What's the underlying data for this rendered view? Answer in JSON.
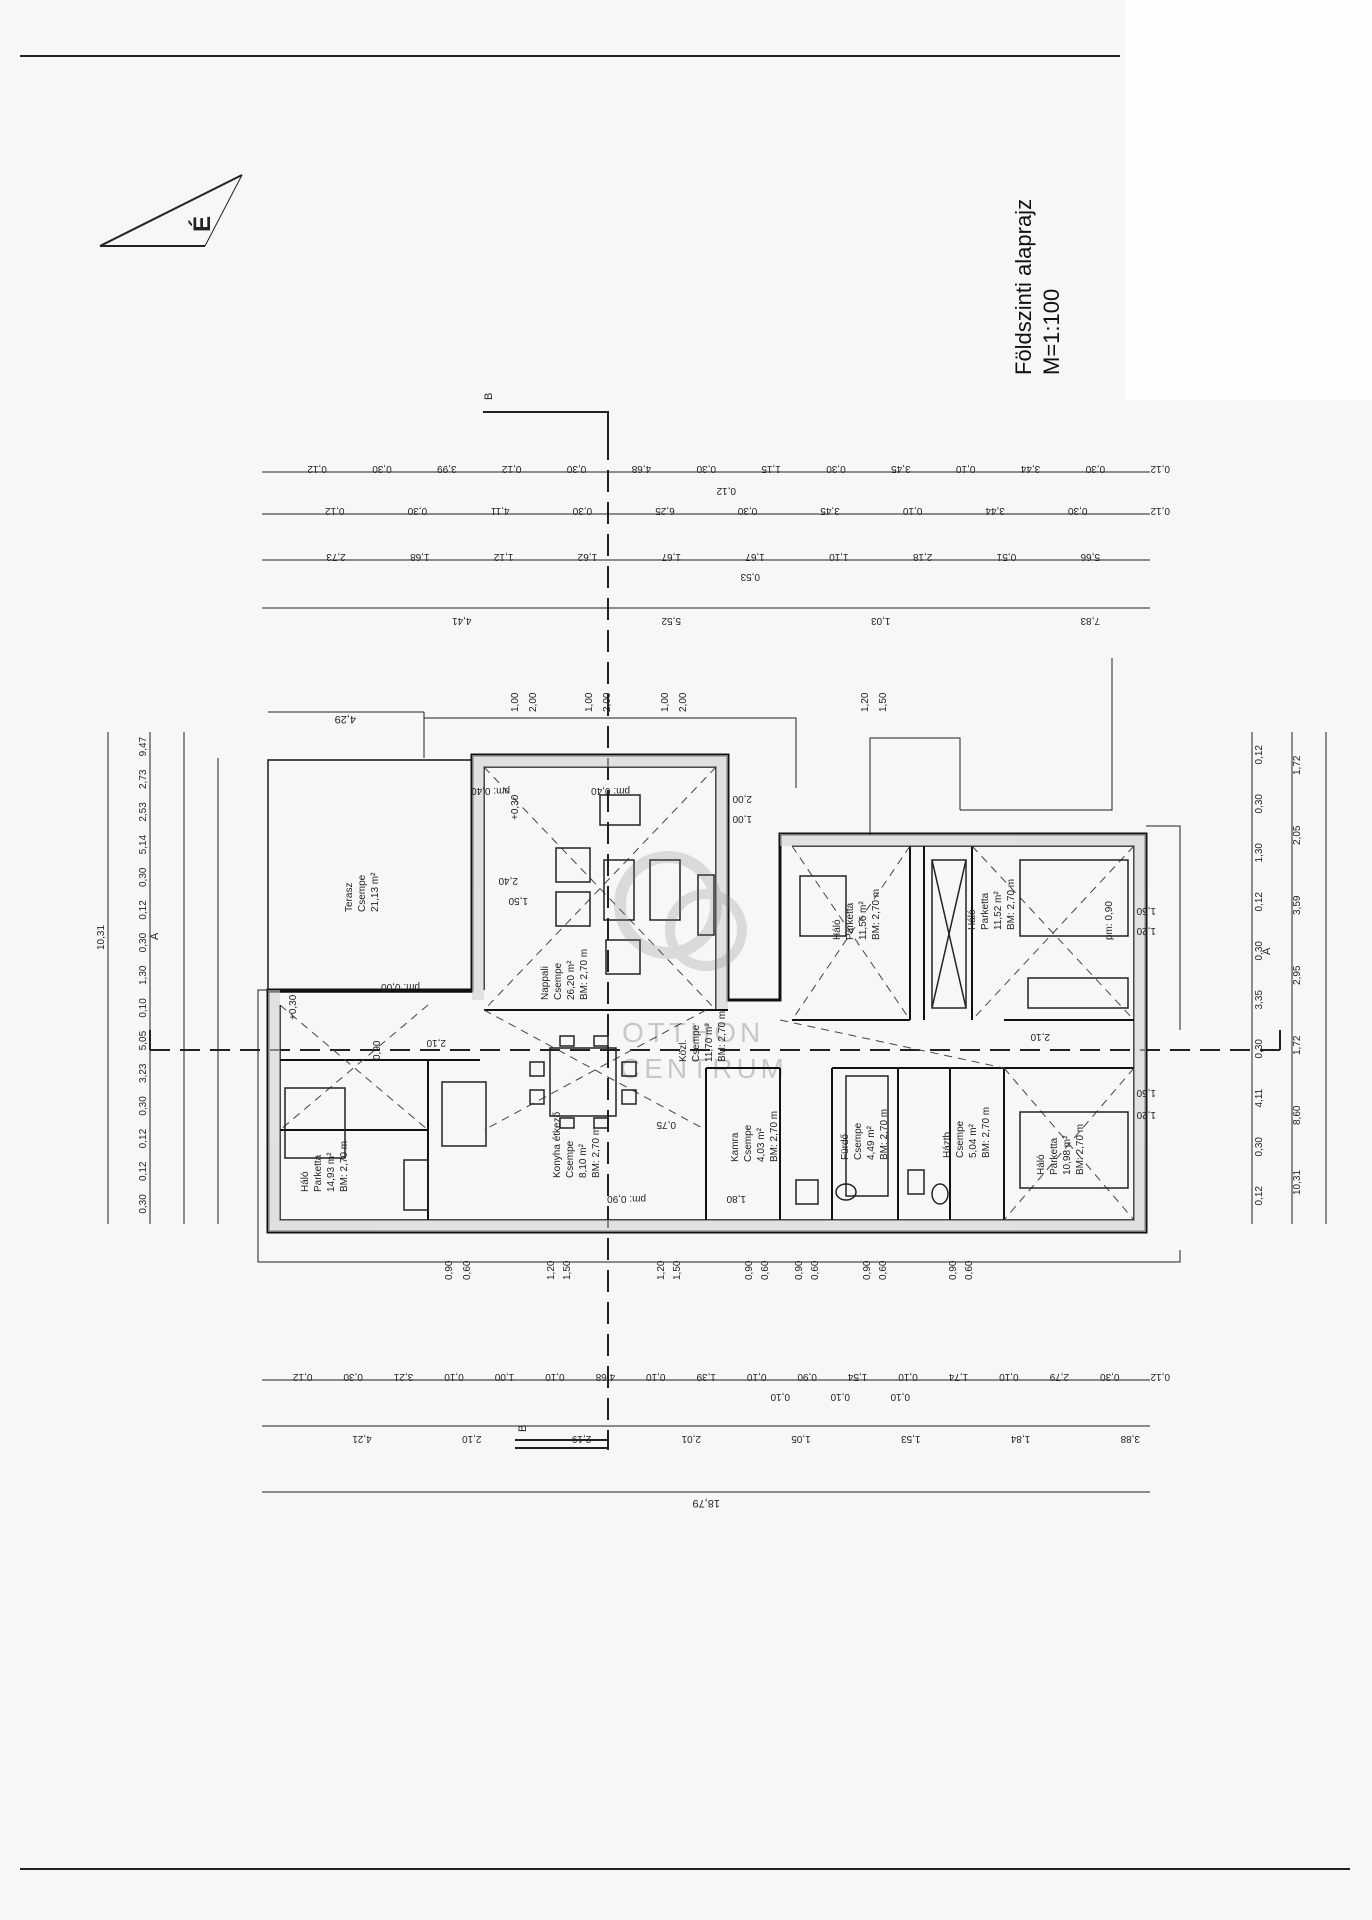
{
  "title": {
    "line1": "Földszinti alaprajz",
    "line2": "M=1:100"
  },
  "north_label": "É",
  "section_labels": {
    "b": "B",
    "a": "A"
  },
  "watermark": {
    "line1": "OTTHON",
    "line2": "CENTRUM"
  },
  "rooms": [
    {
      "name": "Terasz",
      "floor": "Csempe",
      "area": "21,13 m²"
    },
    {
      "name": "Nappali",
      "floor": "Csempe",
      "area": "26,20 m²",
      "height": "BM: 2,70 m"
    },
    {
      "name": "Konyha étkező",
      "floor": "Csempe",
      "area": "8,10 m²",
      "height": "BM: 2,70 m"
    },
    {
      "name": "Háló",
      "floor": "Parketta",
      "area": "14,93 m²",
      "height": "BM: 2,70 m"
    },
    {
      "name": "Kamra",
      "floor": "Csempe",
      "area": "4,03 m²",
      "height": "BM: 2,70 m"
    },
    {
      "name": "Közl.",
      "floor": "Csempe",
      "area": "11,70 m²",
      "height": "BM: 2,70 m"
    },
    {
      "name": "Fürdő",
      "floor": "Csempe",
      "area": "4,49 m²",
      "height": "BM: 2,70 m"
    },
    {
      "name": "Háztb.",
      "floor": "Csempe",
      "area": "5,04 m²",
      "height": "BM: 2,70 m"
    },
    {
      "name": "Háló",
      "floor": "Parketta",
      "area": "11,56 m²",
      "height": "BM: 2,70 m"
    },
    {
      "name": "Háló",
      "floor": "Parketta",
      "area": "11,52 m²",
      "height": "BM: 2,70 m"
    },
    {
      "name": "Háló",
      "floor": "Parketta",
      "area": "10,98 m²",
      "height": "BM: 2,70 m"
    }
  ],
  "dims_top_row1": [
    "0,12",
    "0,30",
    "3,99",
    "0,12",
    "0,30",
    "4,68",
    "0,30",
    "1,15",
    "0,30",
    "3,45",
    "0,10",
    "3,44",
    "0,30",
    "0,12"
  ],
  "dims_top_row1_sub": "0,12",
  "dims_top_row2": [
    "0,12",
    "0,30",
    "4,11",
    "0,30",
    "6,25",
    "0,30",
    "3,45",
    "0,10",
    "3,44",
    "0,30",
    "0,12"
  ],
  "dims_top_row3": [
    "2,73",
    "1,68",
    "1,12",
    "1,62",
    "1,67",
    "1,67",
    "1,10",
    "2,18",
    "0,51",
    "5,66"
  ],
  "dims_top_row3_sub": "0,53",
  "dims_top_row4": [
    "4,41",
    "5,52",
    "1,03",
    "7,83"
  ],
  "dims_bottom_row1": [
    "0,12",
    "0,30",
    "3,21",
    "0,10",
    "1,00",
    "0,10",
    "4,68",
    "0,10",
    "1,39",
    "0,10",
    "0,90",
    "1,54",
    "0,10",
    "1,74",
    "0,10",
    "2,79",
    "0,30",
    "0,12"
  ],
  "dims_bottom_row1_sub": [
    "0,10",
    "0,10",
    "0,10"
  ],
  "dims_bottom_row2": [
    "4,21",
    "2,10",
    "2,19",
    "2,01",
    "1,05",
    "1,53",
    "1,84",
    "3,88"
  ],
  "dims_bottom_total": "18,79",
  "dims_left": [
    "10,31",
    "9,47",
    "2,73",
    "2,53",
    "5,14",
    "0,30",
    "0,12",
    "0,30",
    "1,30",
    "0,10",
    "5,05",
    "3,23",
    "0,30",
    "0,12",
    "0,12",
    "0,30"
  ],
  "dims_right": [
    "0,12",
    "0,30",
    "1,30",
    "0,12",
    "0,30",
    "3,35",
    "0,30",
    "4,11",
    "0,30",
    "0,12",
    "1,72",
    "2,05",
    "3,59",
    "2,95",
    "1,72",
    "8,60",
    "10,31"
  ],
  "openings_bottom": [
    "0,90",
    "0,60",
    "1,20",
    "1,50",
    "1,20",
    "1,50",
    "0,90",
    "0,60",
    "0,90",
    "0,60",
    "0,90",
    "0,60",
    "0,90",
    "0,60"
  ],
  "openings_top": [
    "1,00",
    "2,00",
    "1,00",
    "2,00",
    "1,00",
    "2,00",
    "1,20",
    "1,50"
  ],
  "misc_labels": {
    "terrace_dim": "4,29",
    "door_2_00": "2,00",
    "door_1_00": "1,00",
    "pm_000": "pm: 0,00",
    "pm_040": "pm: 0,40",
    "pm_090": "pm: 0,90",
    "plus_030": "+0,30",
    "d_2_40": "2,40",
    "d_1_50": "1,50",
    "d_2_10": "2,10",
    "d_0_90": "0,90",
    "d_0_75": "0,75",
    "d_1_80": "1,80",
    "d_0_60": "0,60",
    "d_1_20": "1,20",
    "d_1_50b": "1,50"
  }
}
